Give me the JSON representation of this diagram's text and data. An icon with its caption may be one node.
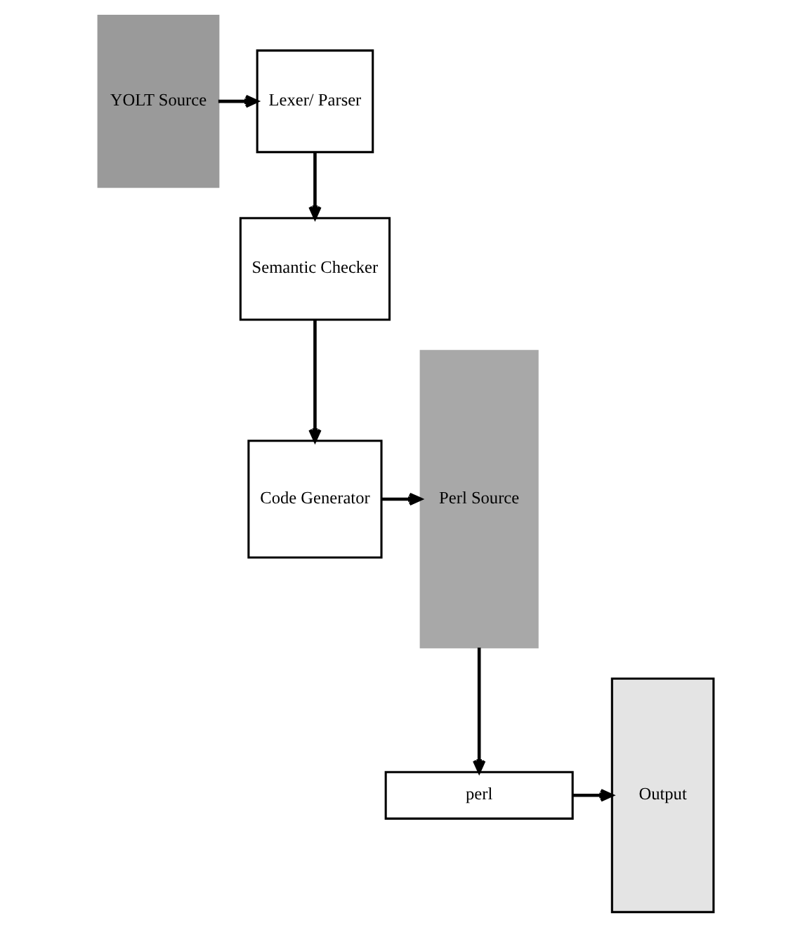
{
  "diagram": {
    "nodes": [
      {
        "text": [
          "YOLT Source"
        ]
      },
      {
        "text": [
          "Lexer/ Parser"
        ]
      },
      {
        "text": [
          "Semantic Checker"
        ]
      },
      {
        "text": [
          "Code Generator"
        ]
      },
      {
        "text": [
          "Perl Source"
        ]
      },
      {
        "text": [
          "perl"
        ]
      },
      {
        "text": [
          "Output"
        ]
      }
    ],
    "edges": [
      {
        "from": 0,
        "to": 1,
        "arrow": "to"
      },
      {
        "from": 1,
        "to": 2,
        "arrow": "to"
      },
      {
        "from": 2,
        "to": 3,
        "arrow": "to"
      },
      {
        "from": 3,
        "to": 4,
        "arrow": "to"
      },
      {
        "from": 4,
        "to": 5,
        "arrow": "to"
      },
      {
        "from": 5,
        "to": 6,
        "arrow": "to"
      }
    ]
  }
}
